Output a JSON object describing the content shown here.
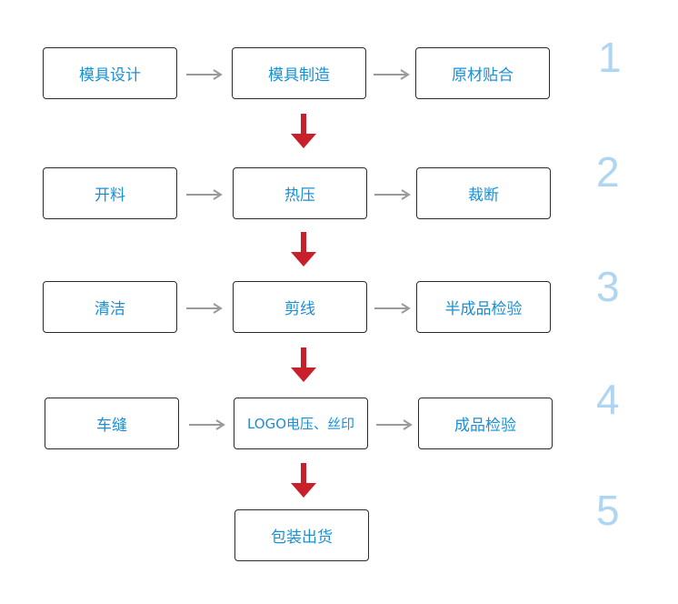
{
  "steps": [
    {
      "number": "1",
      "boxes": [
        "模具设计",
        "模具制造",
        "原材贴合"
      ]
    },
    {
      "number": "2",
      "boxes": [
        "开料",
        "热压",
        "裁断"
      ]
    },
    {
      "number": "3",
      "boxes": [
        "清洁",
        "剪线",
        "半成品检验"
      ]
    },
    {
      "number": "4",
      "boxes": [
        "车缝",
        "LOGO电压、丝印",
        "成品检验"
      ]
    },
    {
      "number": "5",
      "boxes": [
        "包装出货"
      ]
    }
  ],
  "colors": {
    "box_text": "#1a8fd8",
    "box_border": "#2a2a2a",
    "step_number": "#aed6f3",
    "horizontal_arrow": "#9a9a9a",
    "down_arrow": "#c8202a"
  }
}
